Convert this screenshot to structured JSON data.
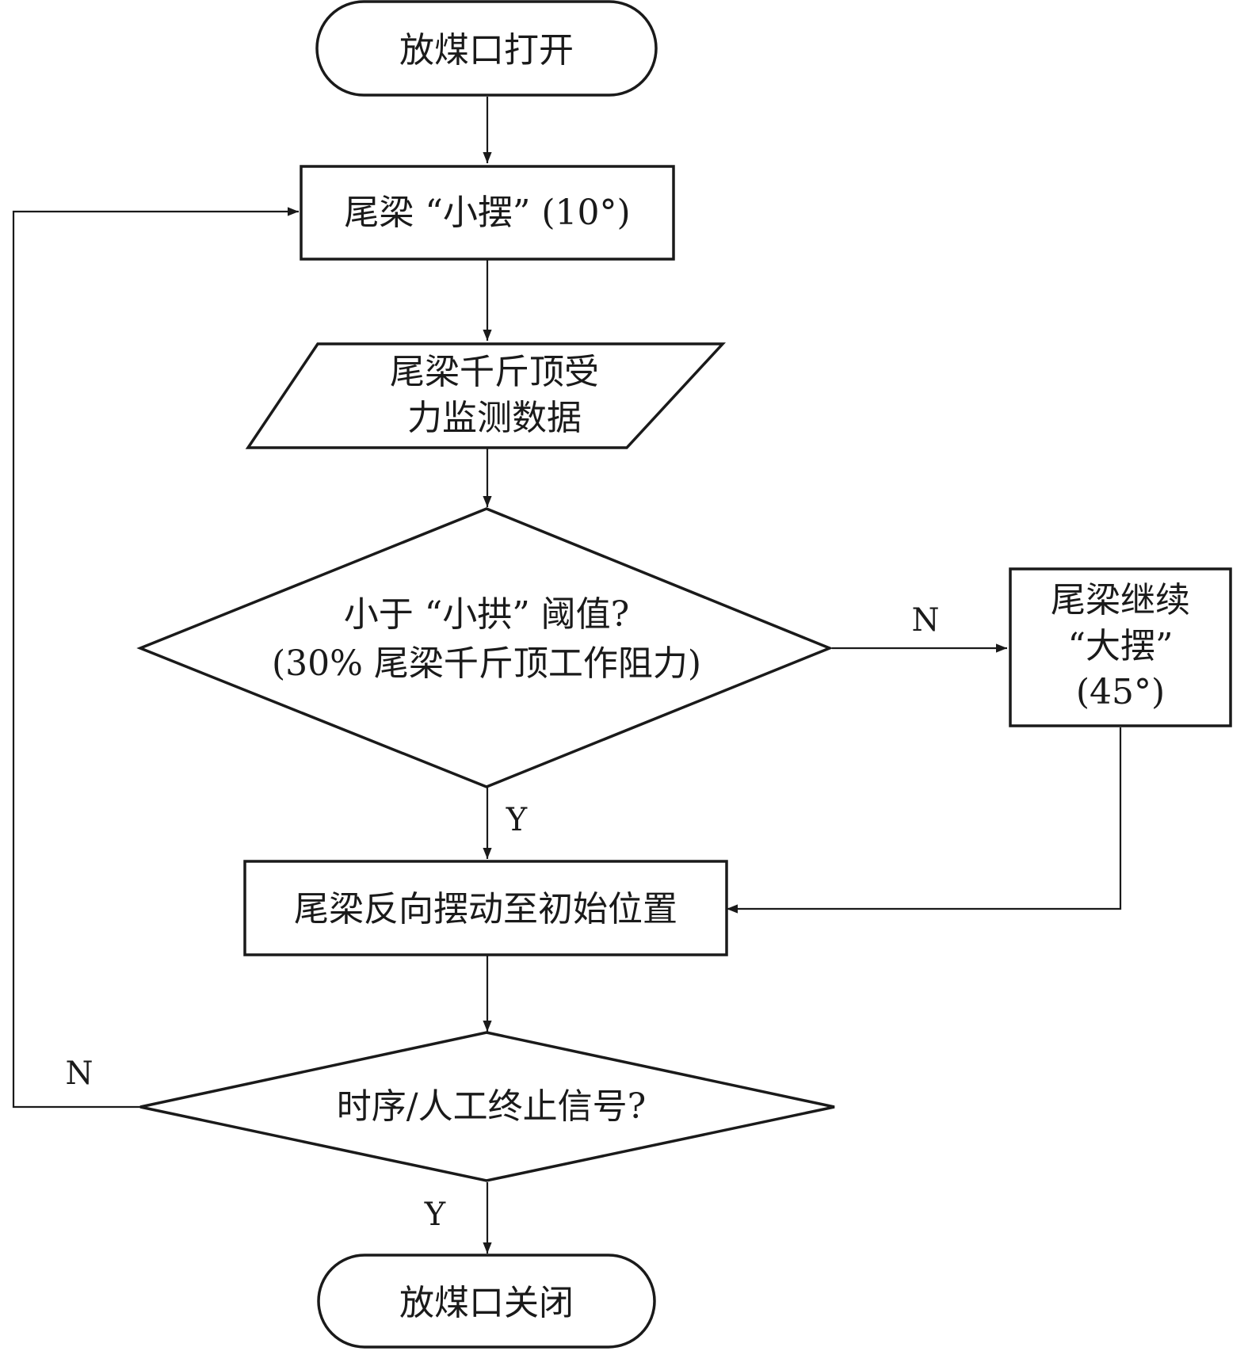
{
  "diagram": {
    "type": "flowchart",
    "nodes": [
      {
        "id": "start",
        "shape": "terminal",
        "lines": [
          "放煤口打开"
        ]
      },
      {
        "id": "small_swing",
        "shape": "process",
        "lines": [
          "尾梁 “小摆” (10°)"
        ]
      },
      {
        "id": "monitor",
        "shape": "data",
        "lines": [
          "尾梁千斤顶受",
          "力监测数据"
        ]
      },
      {
        "id": "threshold",
        "shape": "decision",
        "lines": [
          "小于 “小拱” 阈值?",
          "(30% 尾梁千斤顶工作阻力)"
        ]
      },
      {
        "id": "big_swing",
        "shape": "process",
        "lines": [
          "尾梁继续",
          "“大摆”",
          "(45°)"
        ]
      },
      {
        "id": "reverse",
        "shape": "process",
        "lines": [
          "尾梁反向摆动至初始位置"
        ]
      },
      {
        "id": "terminate",
        "shape": "decision",
        "lines": [
          "时序/人工终止信号?"
        ]
      },
      {
        "id": "end",
        "shape": "terminal",
        "lines": [
          "放煤口关闭"
        ]
      }
    ],
    "edges": [
      {
        "from": "start",
        "to": "small_swing",
        "label": ""
      },
      {
        "from": "small_swing",
        "to": "monitor",
        "label": ""
      },
      {
        "from": "monitor",
        "to": "threshold",
        "label": ""
      },
      {
        "from": "threshold",
        "to": "big_swing",
        "label": "N"
      },
      {
        "from": "threshold",
        "to": "reverse",
        "label": "Y"
      },
      {
        "from": "big_swing",
        "to": "reverse",
        "label": ""
      },
      {
        "from": "reverse",
        "to": "terminate",
        "label": ""
      },
      {
        "from": "terminate",
        "to": "small_swing",
        "label": "N"
      },
      {
        "from": "terminate",
        "to": "end",
        "label": "Y"
      }
    ]
  }
}
